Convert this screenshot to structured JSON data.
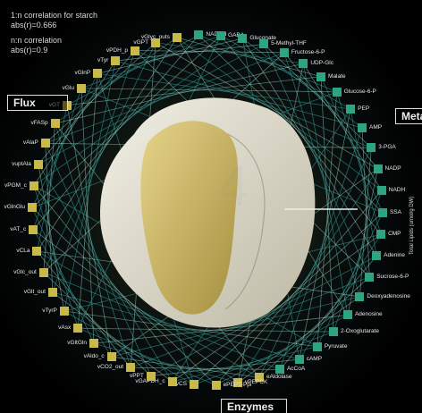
{
  "legend": {
    "line1": "1:n correlation for starch",
    "line2": "abs(r)=0.666",
    "line3": "n:n correlation",
    "line4": "abs(r)=0.9"
  },
  "sections": {
    "flux": "Flux",
    "metabolites": "Meta",
    "enzymes": "Enzymes"
  },
  "side_axis_label": "Total Lipids (umol/g DW)",
  "colors": {
    "flux_cell": "#c9b84a",
    "metabolite_cell": "#2fa483",
    "edge_light": "#9fe6d6",
    "edge_teal": "#2e8f8c",
    "starch_yellow": "#d8c56b",
    "starch_white": "#ebe8dc"
  },
  "nodes": [
    {
      "label": "vGlyc_outs",
      "type": "flux"
    },
    {
      "label": "NADPH",
      "type": "metabolite"
    },
    {
      "label": "GABA",
      "type": "metabolite"
    },
    {
      "label": "Gluconate",
      "type": "metabolite"
    },
    {
      "label": "5-Methyl-THF",
      "type": "metabolite"
    },
    {
      "label": "Fructose-6-P",
      "type": "metabolite"
    },
    {
      "label": "UDP-Glc",
      "type": "metabolite"
    },
    {
      "label": "Malate",
      "type": "metabolite"
    },
    {
      "label": "Glucose-6-P",
      "type": "metabolite"
    },
    {
      "label": "PEP",
      "type": "metabolite"
    },
    {
      "label": "AMP",
      "type": "metabolite"
    },
    {
      "label": "3-PGA",
      "type": "metabolite"
    },
    {
      "label": "NADP",
      "type": "metabolite"
    },
    {
      "label": "NADH",
      "type": "metabolite"
    },
    {
      "label": "SSA",
      "type": "metabolite"
    },
    {
      "label": "CMP",
      "type": "metabolite"
    },
    {
      "label": "Adenine",
      "type": "metabolite"
    },
    {
      "label": "Sucrose-6-P",
      "type": "metabolite"
    },
    {
      "label": "Deoxyadenosine",
      "type": "metabolite"
    },
    {
      "label": "Adenosine",
      "type": "metabolite"
    },
    {
      "label": "2-Oxoglutarate",
      "type": "metabolite"
    },
    {
      "label": "Pyruvate",
      "type": "metabolite"
    },
    {
      "label": "cAMP",
      "type": "metabolite"
    },
    {
      "label": "AcCoA",
      "type": "metabolite"
    },
    {
      "label": "eAldolase",
      "type": "flux"
    },
    {
      "label": "vPEPCK",
      "type": "flux"
    },
    {
      "label": "ePEPT-Ppi",
      "type": "flux"
    },
    {
      "label": "vCS",
      "type": "flux"
    },
    {
      "label": "vGAPDH_c",
      "type": "flux"
    },
    {
      "label": "vPPT",
      "type": "flux"
    },
    {
      "label": "vCO2_out",
      "type": "flux"
    },
    {
      "label": "vAldo_c",
      "type": "flux"
    },
    {
      "label": "vGltGln",
      "type": "flux"
    },
    {
      "label": "vAsx",
      "type": "flux"
    },
    {
      "label": "vTyrP",
      "type": "flux"
    },
    {
      "label": "vGlt_out",
      "type": "flux"
    },
    {
      "label": "vGlc_out",
      "type": "flux"
    },
    {
      "label": "vCLa",
      "type": "flux"
    },
    {
      "label": "vAT_c",
      "type": "flux"
    },
    {
      "label": "vGlnGlu",
      "type": "flux"
    },
    {
      "label": "vPGM_c",
      "type": "flux"
    },
    {
      "label": "vuptAla",
      "type": "flux"
    },
    {
      "label": "vAlaP",
      "type": "flux"
    },
    {
      "label": "vFASp",
      "type": "flux"
    },
    {
      "label": "vGT",
      "type": "flux"
    },
    {
      "label": "vGlu",
      "type": "flux"
    },
    {
      "label": "vGlnP",
      "type": "flux"
    },
    {
      "label": "vTyr",
      "type": "flux"
    },
    {
      "label": "vPDH_p",
      "type": "flux"
    },
    {
      "label": "vGPT",
      "type": "flux"
    }
  ]
}
